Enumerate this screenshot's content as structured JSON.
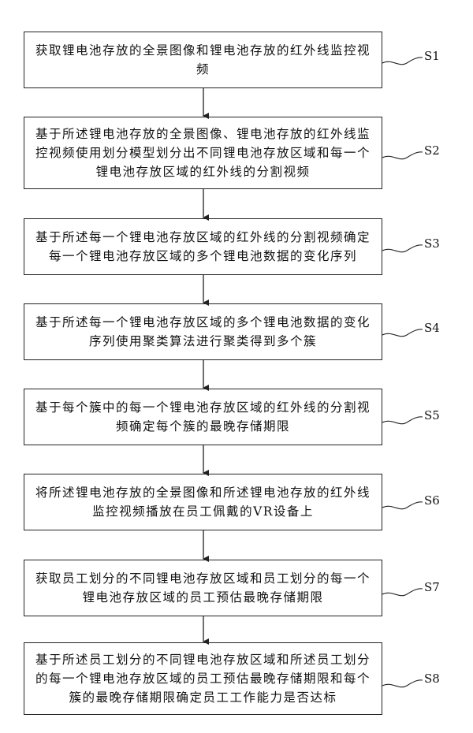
{
  "flowchart": {
    "steps": [
      {
        "label": "S1",
        "text": "获取锂电池存放的全景图像和锂电池存放的红外线监控视频"
      },
      {
        "label": "S2",
        "text": "基于所述锂电池存放的全景图像、锂电池存放的红外线监控视频使用划分模型划分出不同锂电池存放区域和每一个锂电池存放区域的红外线的分割视频"
      },
      {
        "label": "S3",
        "text": "基于所述每一个锂电池存放区域的红外线的分割视频确定每一个锂电池存放区域的多个锂电池数据的变化序列"
      },
      {
        "label": "S4",
        "text": "基于所述每一个锂电池存放区域的多个锂电池数据的变化序列使用聚类算法进行聚类得到多个簇"
      },
      {
        "label": "S5",
        "text": "基于每个簇中的每一个锂电池存放区域的红外线的分割视频确定每个簇的最晚存储期限"
      },
      {
        "label": "S6",
        "text": "将所述锂电池存放的全景图像和所述锂电池存放的红外线监控视频播放在员工佩戴的VR设备上"
      },
      {
        "label": "S7",
        "text": "获取员工划分的不同锂电池存放区域和员工划分的每一个锂电池存放区域的员工预估最晚存储期限"
      },
      {
        "label": "S8",
        "text": "基于所述员工划分的不同锂电池存放区域和所述员工划分的每一个锂电池存放区域的员工预估最晚存储期限和每个簇的最晚存储期限确定员工工作能力是否达标"
      }
    ]
  }
}
